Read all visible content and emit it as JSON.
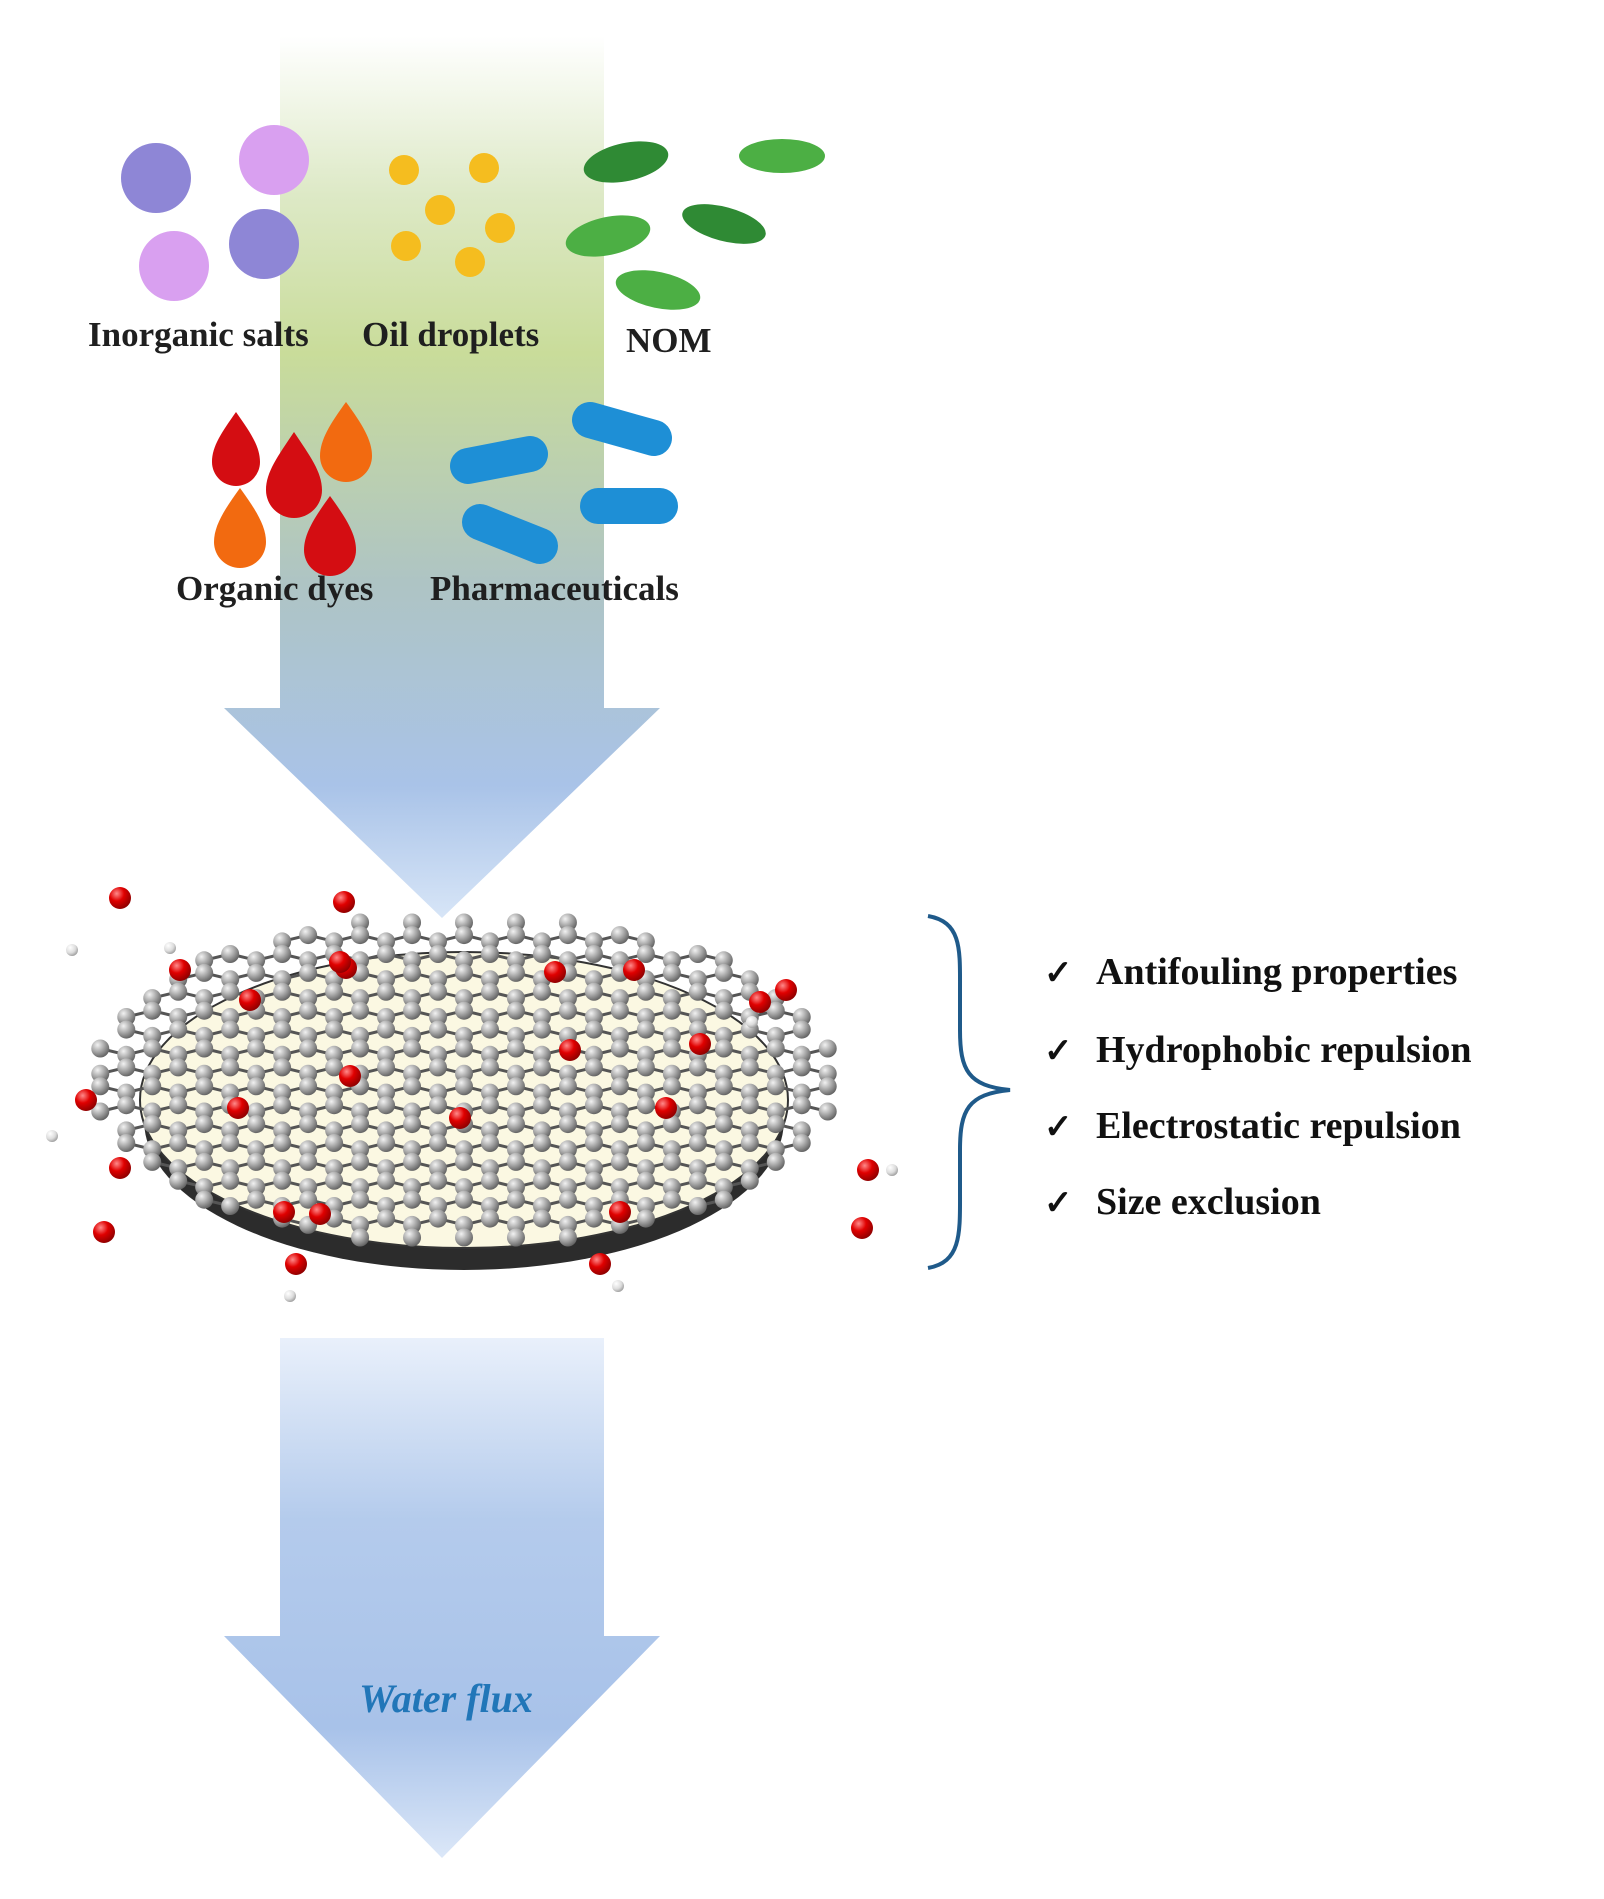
{
  "contaminants": {
    "inorganic_salts": "Inorganic salts",
    "oil_droplets": "Oil droplets",
    "nom": "NOM",
    "organic_dyes": "Organic dyes",
    "pharmaceuticals": "Pharmaceuticals"
  },
  "benefits": [
    {
      "check": "✓",
      "text": "Antifouling properties"
    },
    {
      "check": "✓",
      "text": "Hydrophobic repulsion"
    },
    {
      "check": "✓",
      "text": "Electrostatic repulsion"
    },
    {
      "check": "✓",
      "text": "Size exclusion"
    }
  ],
  "water_flux_label": "Water flux",
  "colors": {
    "salt_purple": "#8e86d6",
    "salt_lilac": "#d9a0f0",
    "oil_yellow": "#f5bd1f",
    "nom_dark_green": "#2f8a34",
    "nom_light_green": "#4caf44",
    "dye_red": "#d40d12",
    "dye_orange": "#f26a10",
    "pharma_blue": "#1e8fd6",
    "arrow_blue": "#a9c3e8",
    "arrow_green": "#c9dc9a",
    "brace_blue": "#1f5a8a",
    "flux_text_blue": "#2176b8",
    "oxygen_red": "#e00000",
    "carbon_grey": "#a6a6a6",
    "membrane_cream": "#fbf8e2"
  },
  "icons": [
    "salt-particle-icon",
    "oil-droplet-icon",
    "nom-leaf-icon",
    "dye-drop-icon",
    "pharmaceutical-capsule-icon",
    "graphene-oxide-membrane-icon",
    "check-icon",
    "curly-brace-icon"
  ]
}
